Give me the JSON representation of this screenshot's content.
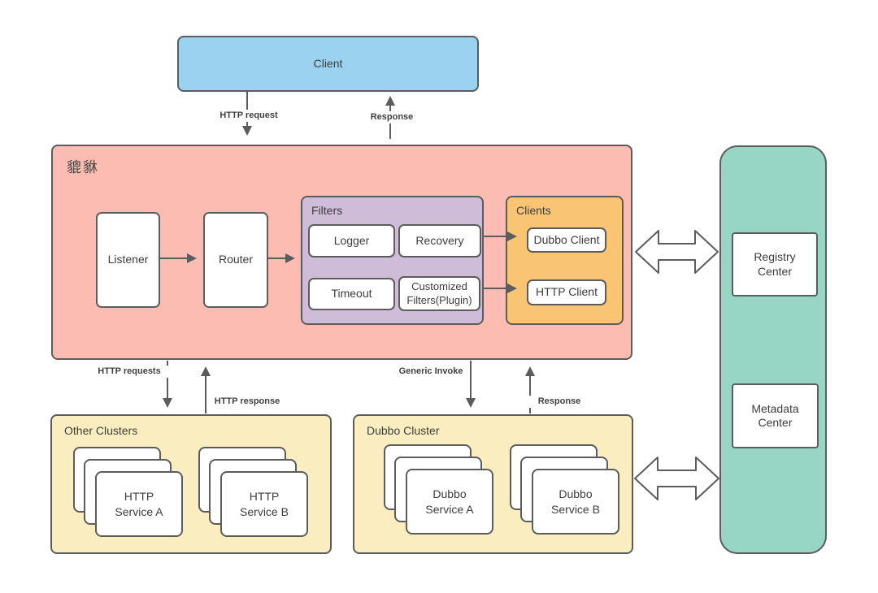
{
  "client": {
    "label": "Client"
  },
  "pixiu": {
    "title": "貔貅",
    "listener_label": "Listener",
    "router_label": "Router",
    "filters": {
      "title": "Filters",
      "items": [
        "Logger",
        "Recovery",
        "Timeout",
        "Customized Filters(Plugin)"
      ]
    },
    "clients": {
      "title": "Clients",
      "items": [
        "Dubbo Client",
        "HTTP Client"
      ]
    }
  },
  "registry_panel": {
    "registry_center": "Registry Center",
    "metadata_center": "Metadata Center"
  },
  "other_clusters": {
    "title": "Other Clusters",
    "services": [
      "HTTP Service A",
      "HTTP Service B"
    ]
  },
  "dubbo_cluster": {
    "title": "Dubbo Cluster",
    "services": [
      "Dubbo Service A",
      "Dubbo Service B"
    ]
  },
  "edge_labels": {
    "http_request": "HTTP request",
    "response_top": "Response",
    "http_requests": "HTTP requests",
    "http_response": "HTTP response",
    "generic_invoke": "Generic Invoke",
    "response_bottom": "Response"
  },
  "colors": {
    "client_fill": "#9bd2f0",
    "pixiu_fill": "#fcbcb1",
    "filters_fill": "#cebcd8",
    "clients_fill": "#fac573",
    "cluster_fill": "#faeec0",
    "registry_fill": "#97d5c4",
    "node_fill": "#ffffff",
    "border": "#5c5c5c",
    "text": "#3d3d3d"
  }
}
